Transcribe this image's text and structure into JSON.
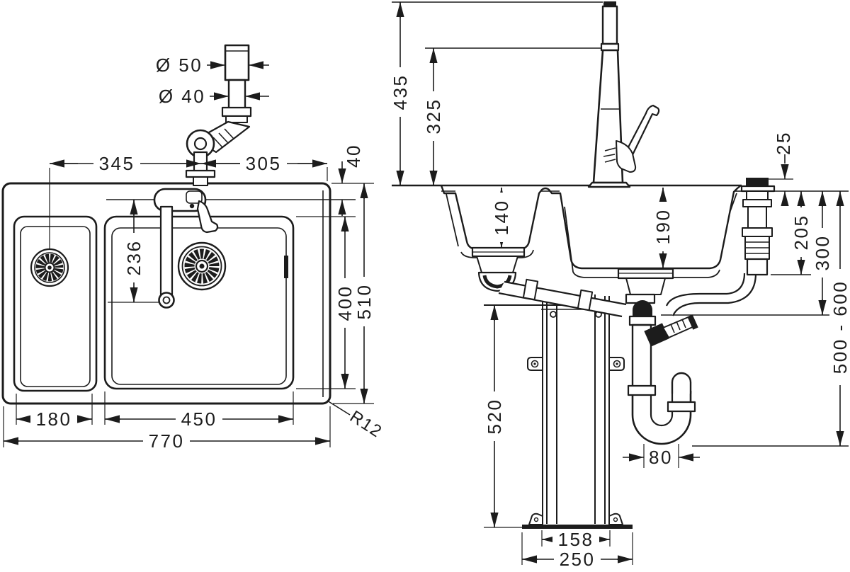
{
  "drawing": {
    "colors": {
      "ink": "#1c1c1c",
      "background": "#ffffff"
    },
    "top_view": {
      "dims": {
        "dia50": "Ø 50",
        "dia40": "Ø 40",
        "d345": "345",
        "d305": "305",
        "d40": "40",
        "d236": "236",
        "d400": "400",
        "d510": "510",
        "d180": "180",
        "d450": "450",
        "d770": "770",
        "r12": "R12"
      }
    },
    "side_view": {
      "dims": {
        "d435": "435",
        "d325": "325",
        "d25": "25",
        "d140": "140",
        "d190": "190",
        "d205": "205",
        "d300": "300",
        "d500_600": "500 - 600",
        "d520": "520",
        "d80": "80",
        "d158": "158",
        "d250": "250"
      }
    }
  }
}
